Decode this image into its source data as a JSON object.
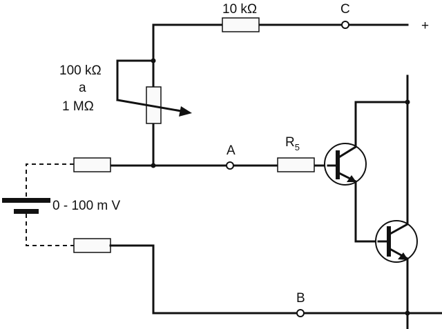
{
  "labels": {
    "r_top_value": "10 kΩ",
    "terminal_c": "C",
    "plus_sign": "+",
    "pot_range_low": "100 kΩ",
    "pot_range_mid": "a",
    "pot_range_high": "1 MΩ",
    "terminal_a": "A",
    "r5_letter": "R",
    "r5_index": "5",
    "source_range": "0 - 100 m V",
    "terminal_b": "B"
  },
  "colors": {
    "ink": "#111111",
    "paper": "#ffffff"
  }
}
